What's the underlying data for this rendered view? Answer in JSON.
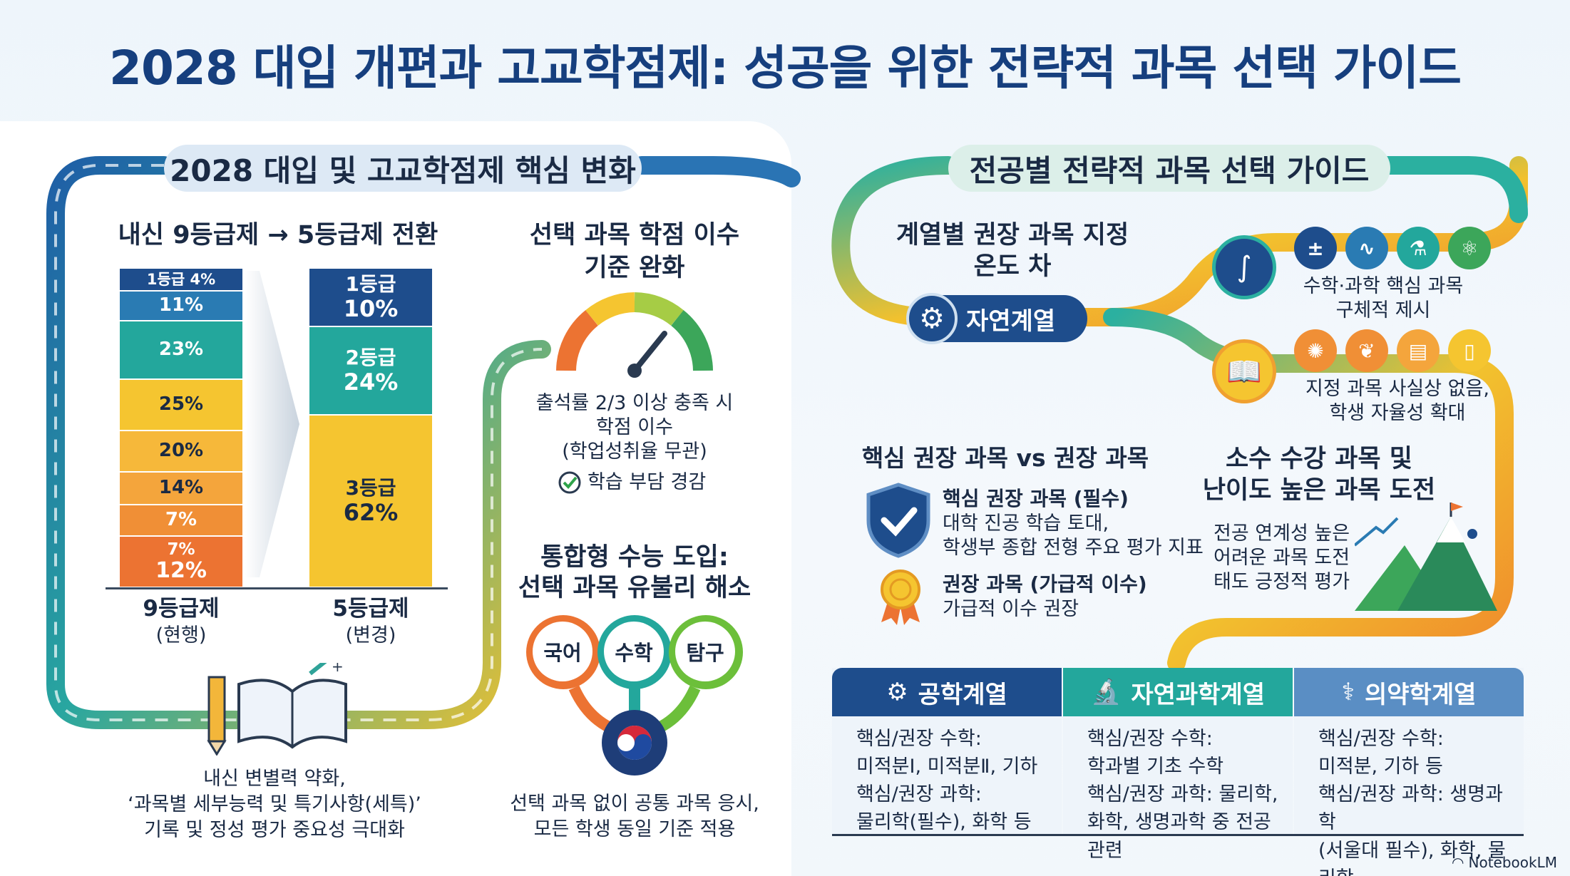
{
  "title": "2028 대입 개편과 고교학점제: 성공을 위한 전략적 과목 선택 가이드",
  "left": {
    "header": "2028 대입 및 고교학점제 핵심 변화",
    "grading": {
      "title": "내신 9등급제 → 5등급제 전환",
      "old_segments": [
        "1등급 4%",
        "11%",
        "23%",
        "25%",
        "20%",
        "14%",
        "7%",
        "7%",
        "12%"
      ],
      "old_label": "9등급제",
      "old_sub": "(현행)",
      "new_segments": [
        {
          "grade": "1등급",
          "pct": "10%"
        },
        {
          "grade": "2등급",
          "pct": "24%"
        },
        {
          "grade": "3등급",
          "pct": "62%"
        }
      ],
      "new_label": "5등급제",
      "new_sub": "(변경)"
    },
    "credits": {
      "title": "선택 과목 학점 이수 기준 완화",
      "desc1": "출석률 2/3 이상 충족 시",
      "desc2": "학점 이수",
      "desc3": "(학업성취율 무관)",
      "check": "학습 부담 경감"
    },
    "csat": {
      "title1": "통합형 수능 도입:",
      "title2": "선택 과목 유불리 해소",
      "subjects": [
        "국어",
        "수학",
        "탐구"
      ],
      "desc1": "선택 과목 없이 공통 과목 응시,",
      "desc2": "모든 학생 동일 기준 적용"
    },
    "bottom": {
      "line1": "내신 변별력 약화,",
      "line2": "‘과목별 세부능력 및 특기사항(세특)’",
      "line3": "기록 및 정성 평가 중요성 극대화"
    }
  },
  "right": {
    "header": "전공별 전략적 과목 선택 가이드",
    "temp": {
      "title1": "계열별 권장 과목 지정",
      "title2": "온도 차"
    },
    "natural_badge": "자연계열",
    "top_branch": {
      "line1": "수학·과학 핵심 과목",
      "line2": "구체적 제시"
    },
    "bottom_branch": {
      "line1": "지정 과목 사실상 없음,",
      "line2": "학생 자율성 확대"
    },
    "core_vs": {
      "title": "핵심 권장 과목 vs 권장 과목",
      "core_title": "핵심 권장 과목 (필수)",
      "core_desc1": "대학 진공 학습 토대,",
      "core_desc2": "학생부 종합 전형 주요 평가 지표",
      "rec_title": "권장 과목 (가급적 이수)",
      "rec_desc": "가급적 이수 권장"
    },
    "challenge": {
      "title1": "소수 수강 과목 및",
      "title2": "난이도 높은 과목 도전",
      "desc1": "전공 연계성 높은",
      "desc2": "어려운 과목 도전",
      "desc3": "태도 긍정적 평가"
    },
    "table": [
      {
        "header": "공학계열",
        "icon": "gear-icon",
        "l1": "핵심/권장 수학:",
        "l2": "미적분Ⅰ, 미적분Ⅱ, 기하",
        "l3": "핵심/권장 과학:",
        "l4": "물리학(필수), 화학 등"
      },
      {
        "header": "자연과학계열",
        "icon": "microscope-icon",
        "l1": "핵심/권장 수학:",
        "l2": "학과별 기초 수학",
        "l3": "핵심/권장 과학: 물리학,",
        "l4": "화학, 생명과학 중 전공 관련"
      },
      {
        "header": "의약학계열",
        "icon": "caduceus-icon",
        "l1": "핵심/권장 수학:",
        "l2": "미적분, 기하 등",
        "l3": "핵심/권장 과학: 생명과학",
        "l4": "(서울대 필수), 화학, 물리학"
      }
    ]
  },
  "footer": "NotebookLM"
}
